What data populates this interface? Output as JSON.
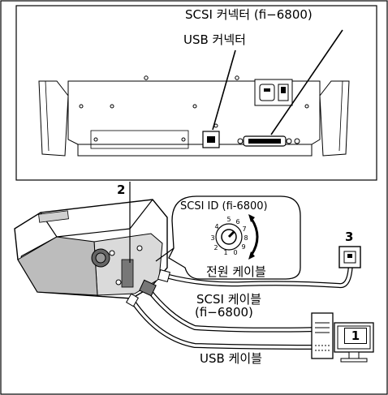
{
  "labels": {
    "scsi_connector": "SCSI 커넥터 (fi−6800)",
    "usb_connector": "USB 커넥터",
    "scsi_id": "SCSI ID (fi-6800)",
    "power_cable": "전원 케이블",
    "scsi_cable_line1": "SCSI 케이블",
    "scsi_cable_line2": "(fi−6800)",
    "usb_cable": "USB 케이블"
  },
  "callouts": {
    "computer": "1",
    "scanner": "2",
    "outlet": "3"
  },
  "rotary_switch": {
    "digits": [
      "0",
      "1",
      "2",
      "3",
      "4",
      "5",
      "6",
      "7",
      "8",
      "9"
    ]
  },
  "colors": {
    "line": "#000000",
    "body_gray": "#d9d9d9",
    "dark_gray": "#555555"
  }
}
